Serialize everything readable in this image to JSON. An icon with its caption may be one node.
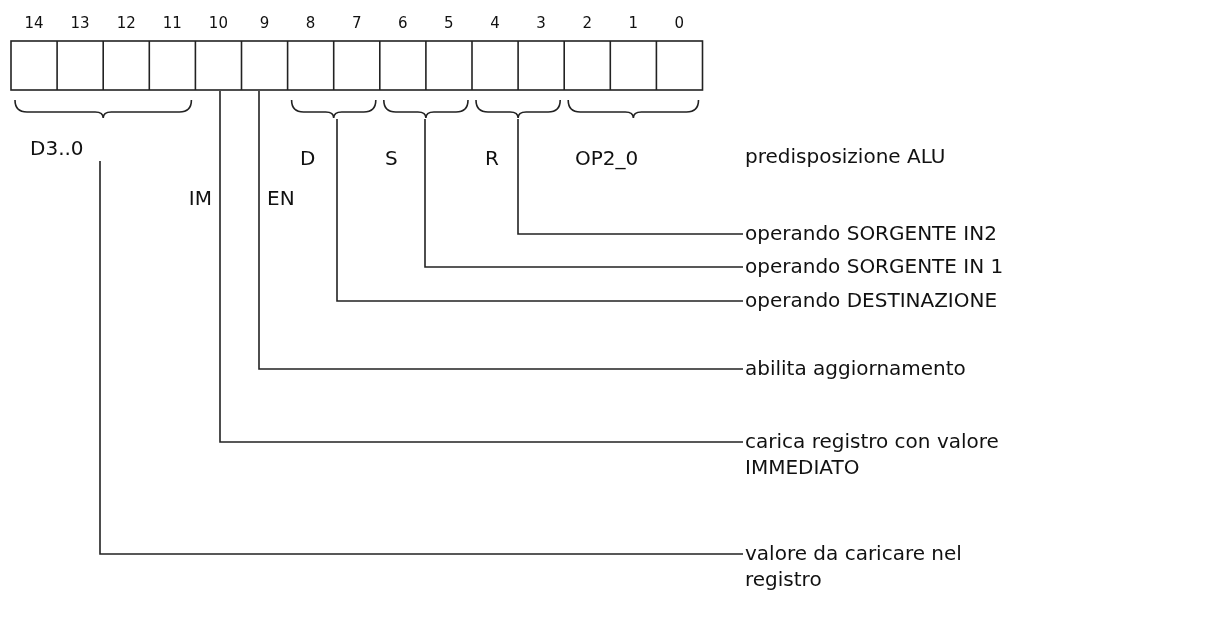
{
  "diagram": {
    "nodes": [
      {
        "text": [
          "D3..0"
        ]
      },
      {
        "text": [
          "IM"
        ]
      },
      {
        "text": [
          "EN"
        ]
      },
      {
        "text": [
          "D"
        ]
      },
      {
        "text": [
          "S"
        ]
      },
      {
        "text": [
          "R"
        ]
      },
      {
        "text": [
          "OP2_0"
        ]
      },
      {
        "text": [
          "predisposizione ALU"
        ]
      },
      {
        "text": [
          "operando SORGENTE IN2"
        ]
      },
      {
        "text": [
          "operando SORGENTE IN 1"
        ]
      },
      {
        "text": [
          "operando DESTINAZIONE"
        ]
      },
      {
        "text": [
          "abilita aggiornamento"
        ]
      },
      {
        "text": [
          "carica registro con valore IMMEDIATO"
        ]
      },
      {
        "text": [
          "valore da caricare nel registro"
        ]
      }
    ],
    "edges": [
      {
        "from": 5,
        "to": 8,
        "arrow": "none"
      },
      {
        "from": 4,
        "to": 9,
        "arrow": "none"
      },
      {
        "from": 3,
        "to": 10,
        "arrow": "none"
      },
      {
        "from": 2,
        "to": 11,
        "arrow": "none"
      },
      {
        "from": 1,
        "to": 12,
        "arrow": "none"
      },
      {
        "from": 0,
        "to": 13,
        "arrow": "none"
      }
    ],
    "labels": [
      "14",
      "13",
      "12",
      "11",
      "10",
      "9",
      "8",
      "7",
      "6",
      "5",
      "4",
      "3",
      "2",
      "1",
      "0"
    ]
  }
}
